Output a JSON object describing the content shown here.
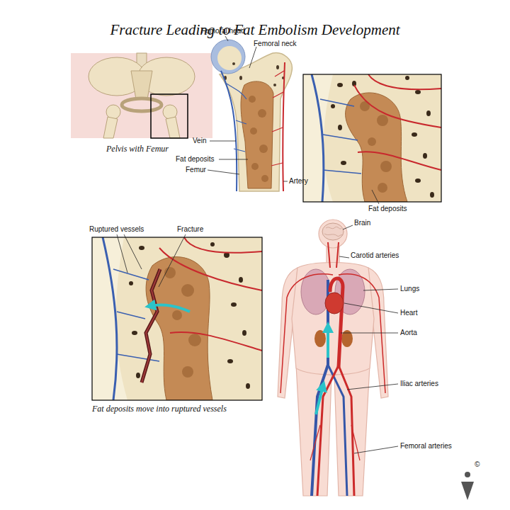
{
  "diagram": {
    "title": "Fracture Leading to Fat Embolism Development",
    "labels": [
      "Femoral head",
      "Femoral neck",
      "Vein",
      "Fat deposits",
      "Femur",
      "Artery",
      "Pelvis with Femur",
      "Fat deposits",
      "Ruptured vessels",
      "Fracture",
      "Fat deposits move into ruptured vessels",
      "Brain",
      "Carotid arteries",
      "Lungs",
      "Heart",
      "Aorta",
      "Iliac arteries",
      "Femoral arteries",
      "©"
    ]
  }
}
